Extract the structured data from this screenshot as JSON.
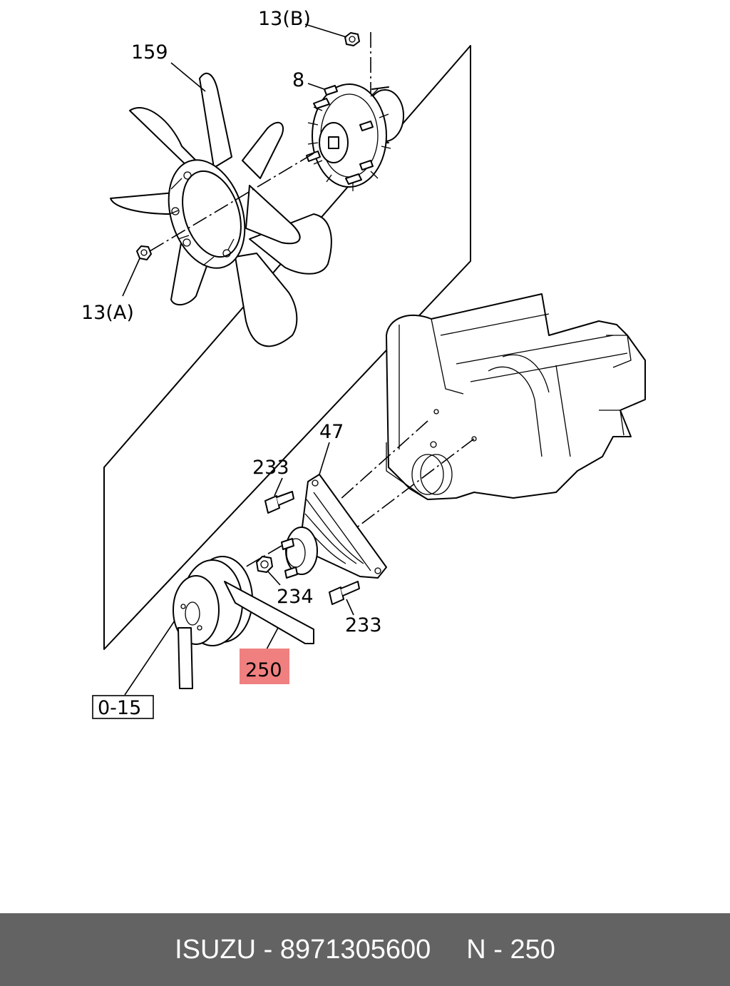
{
  "callouts": {
    "nut_b": "13(B)",
    "fan": "159",
    "fan_clutch": "8",
    "nut_a": "13(A)",
    "bracket": "47",
    "bolt_upper": "233",
    "nut_pulley": "234",
    "bolt_lower": "233",
    "belt": "250",
    "ref_box": "0-15"
  },
  "footer": {
    "brand_part": "ISUZU - 8971305600",
    "ref": "N - 250"
  },
  "colors": {
    "highlight": "#f08080",
    "footer_bg": "#636363",
    "footer_text": "#ffffff"
  }
}
